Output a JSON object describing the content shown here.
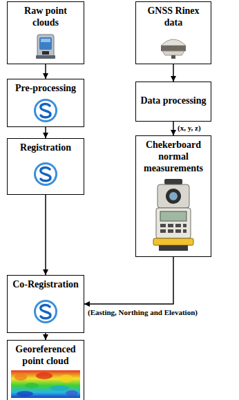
{
  "diagram": {
    "nodes": [
      {
        "text": [
          "Raw point clouds"
        ]
      },
      {
        "text": [
          "GNSS Rinex data"
        ]
      },
      {
        "text": [
          "Pre-processing"
        ]
      },
      {
        "text": [
          "Data processing"
        ]
      },
      {
        "text": [
          "Registration"
        ]
      },
      {
        "text": [
          "Chekerboard normal measurements"
        ]
      },
      {
        "text": [
          "Co-Registration"
        ]
      },
      {
        "text": [
          "Georeferenced point cloud"
        ]
      }
    ],
    "edges": [
      {
        "from": 0,
        "to": 2,
        "arrow": "to"
      },
      {
        "from": 2,
        "to": 4,
        "arrow": "to"
      },
      {
        "from": 4,
        "to": 6,
        "arrow": "to"
      },
      {
        "from": 6,
        "to": 7,
        "arrow": "to"
      },
      {
        "from": 1,
        "to": 3,
        "arrow": "to"
      },
      {
        "from": 3,
        "to": 5,
        "label": "(x, y, z)",
        "arrow": "to"
      },
      {
        "from": 5,
        "to": 6,
        "label": "(Easting, Northing and Elevation)",
        "arrow": "to"
      }
    ]
  }
}
